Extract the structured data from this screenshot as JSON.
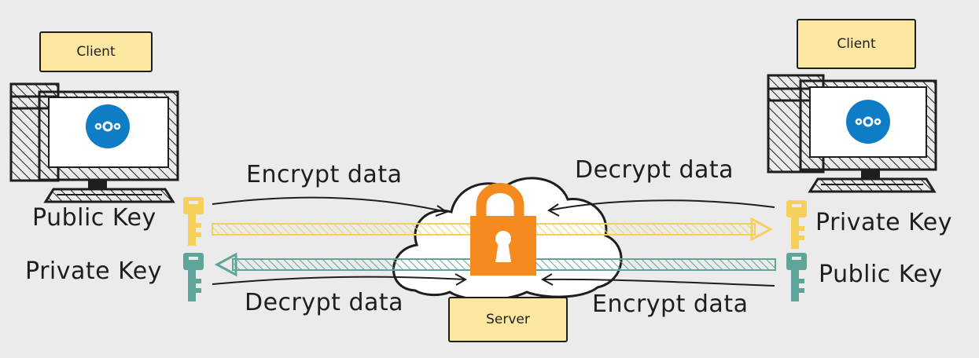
{
  "labels": {
    "client_left": "Client",
    "client_right": "Client",
    "server": "Server",
    "encrypt_top": "Encrypt data",
    "decrypt_top": "Decrypt data",
    "decrypt_bottom": "Decrypt data",
    "encrypt_bottom": "Encrypt data",
    "public_key_left": "Public Key",
    "private_key_left": "Private Key",
    "private_key_right": "Private Key",
    "public_key_right": "Public Key"
  },
  "colors": {
    "background": "#ebebeb",
    "tag_fill": "#fbe7a0",
    "public_key": "#f5d05a",
    "private_key": "#5fa69a",
    "lock": "#f58a1f",
    "logo": "#0f7cc6",
    "ink": "#1e1e1e"
  },
  "icons": {
    "computer": "desktop-computer-icon",
    "logo": "nextcloud-logo-icon",
    "lock": "padlock-icon",
    "cloud": "cloud-icon",
    "key": "key-icon"
  }
}
